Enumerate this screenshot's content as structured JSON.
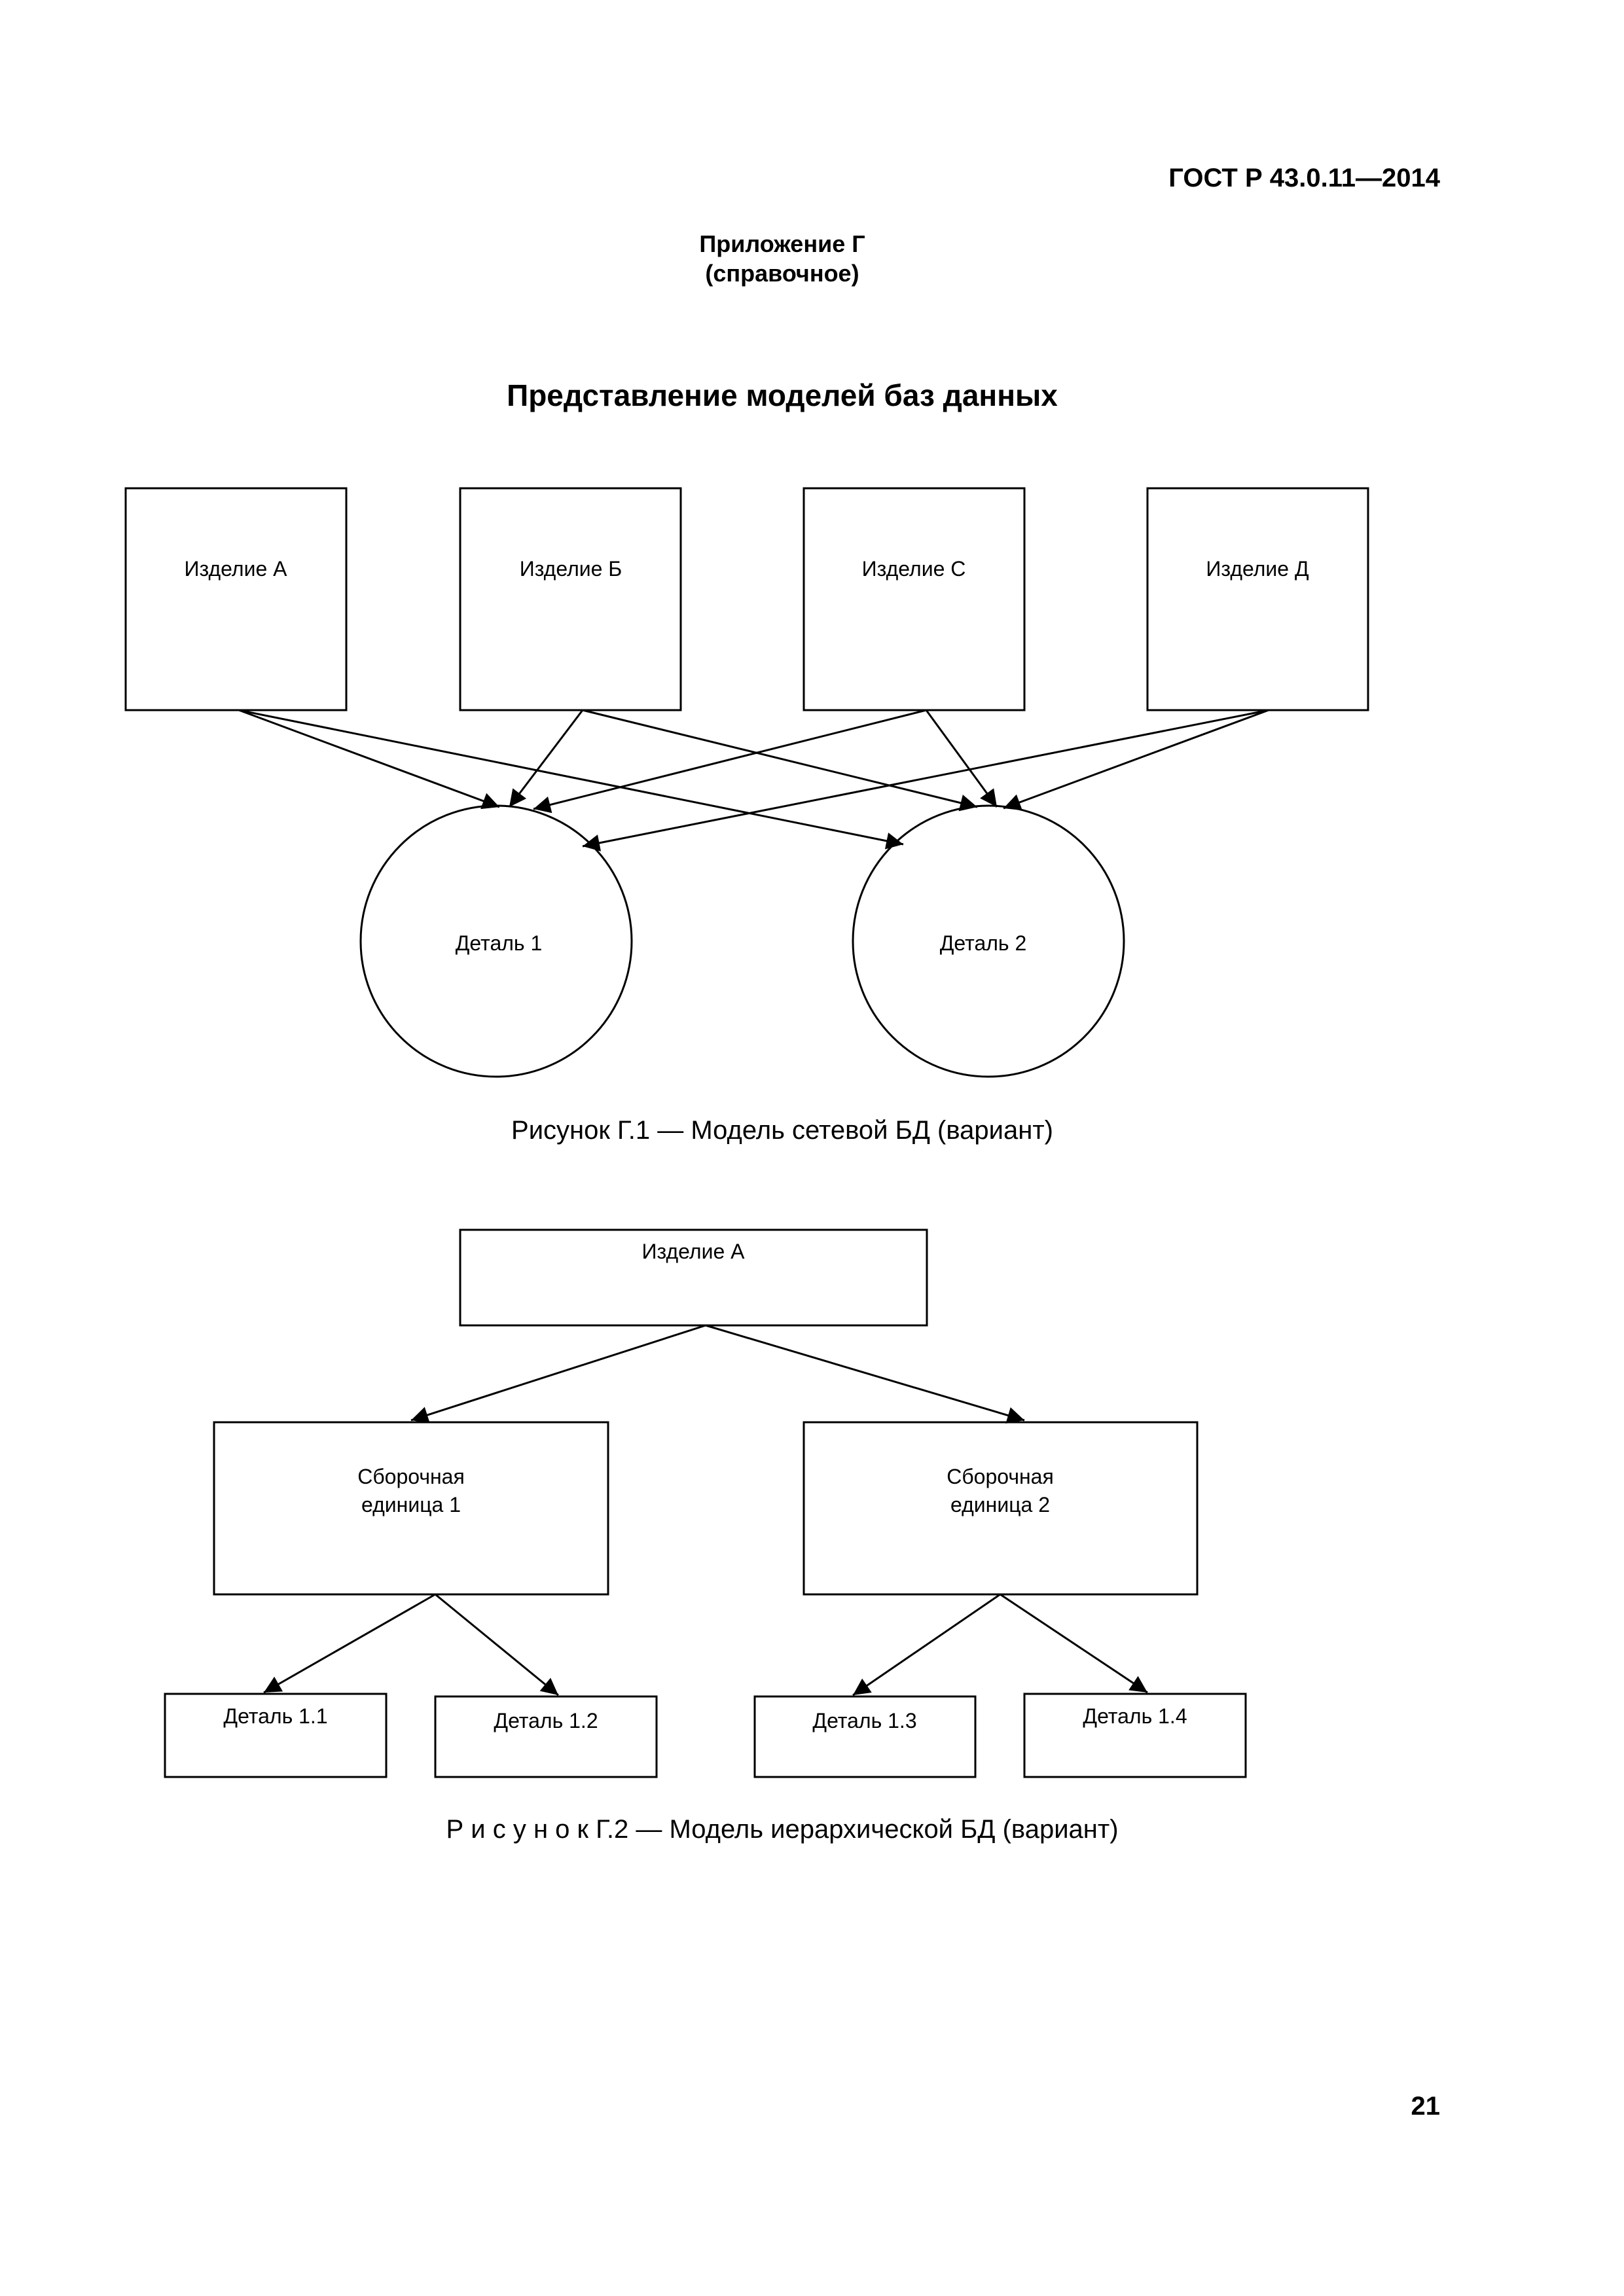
{
  "header": {
    "standard_code": "ГОСТ Р 43.0.11—2014",
    "annex_title": "Приложение Г",
    "annex_type": "(справочное)"
  },
  "section_title": "Представление моделей баз данных",
  "figure1": {
    "products": [
      "Изделие А",
      "Изделие Б",
      "Изделие С",
      "Изделие Д"
    ],
    "details": [
      "Деталь 1",
      "Деталь 2"
    ],
    "caption": "Рисунок Г.1 — Модель сетевой БД (вариант)"
  },
  "figure2": {
    "root": "Изделие А",
    "assembly_1": [
      "Сборочная",
      "единица 1"
    ],
    "assembly_2": [
      "Сборочная",
      "единица 2"
    ],
    "details": [
      "Деталь 1.1",
      "Деталь 1.2",
      "Деталь 1.3",
      "Деталь 1.4"
    ],
    "caption_lead": "Р и с у н о к",
    "caption_rest": " Г.2 — Модель иерархической БД (вариант)"
  },
  "page_number": "21"
}
